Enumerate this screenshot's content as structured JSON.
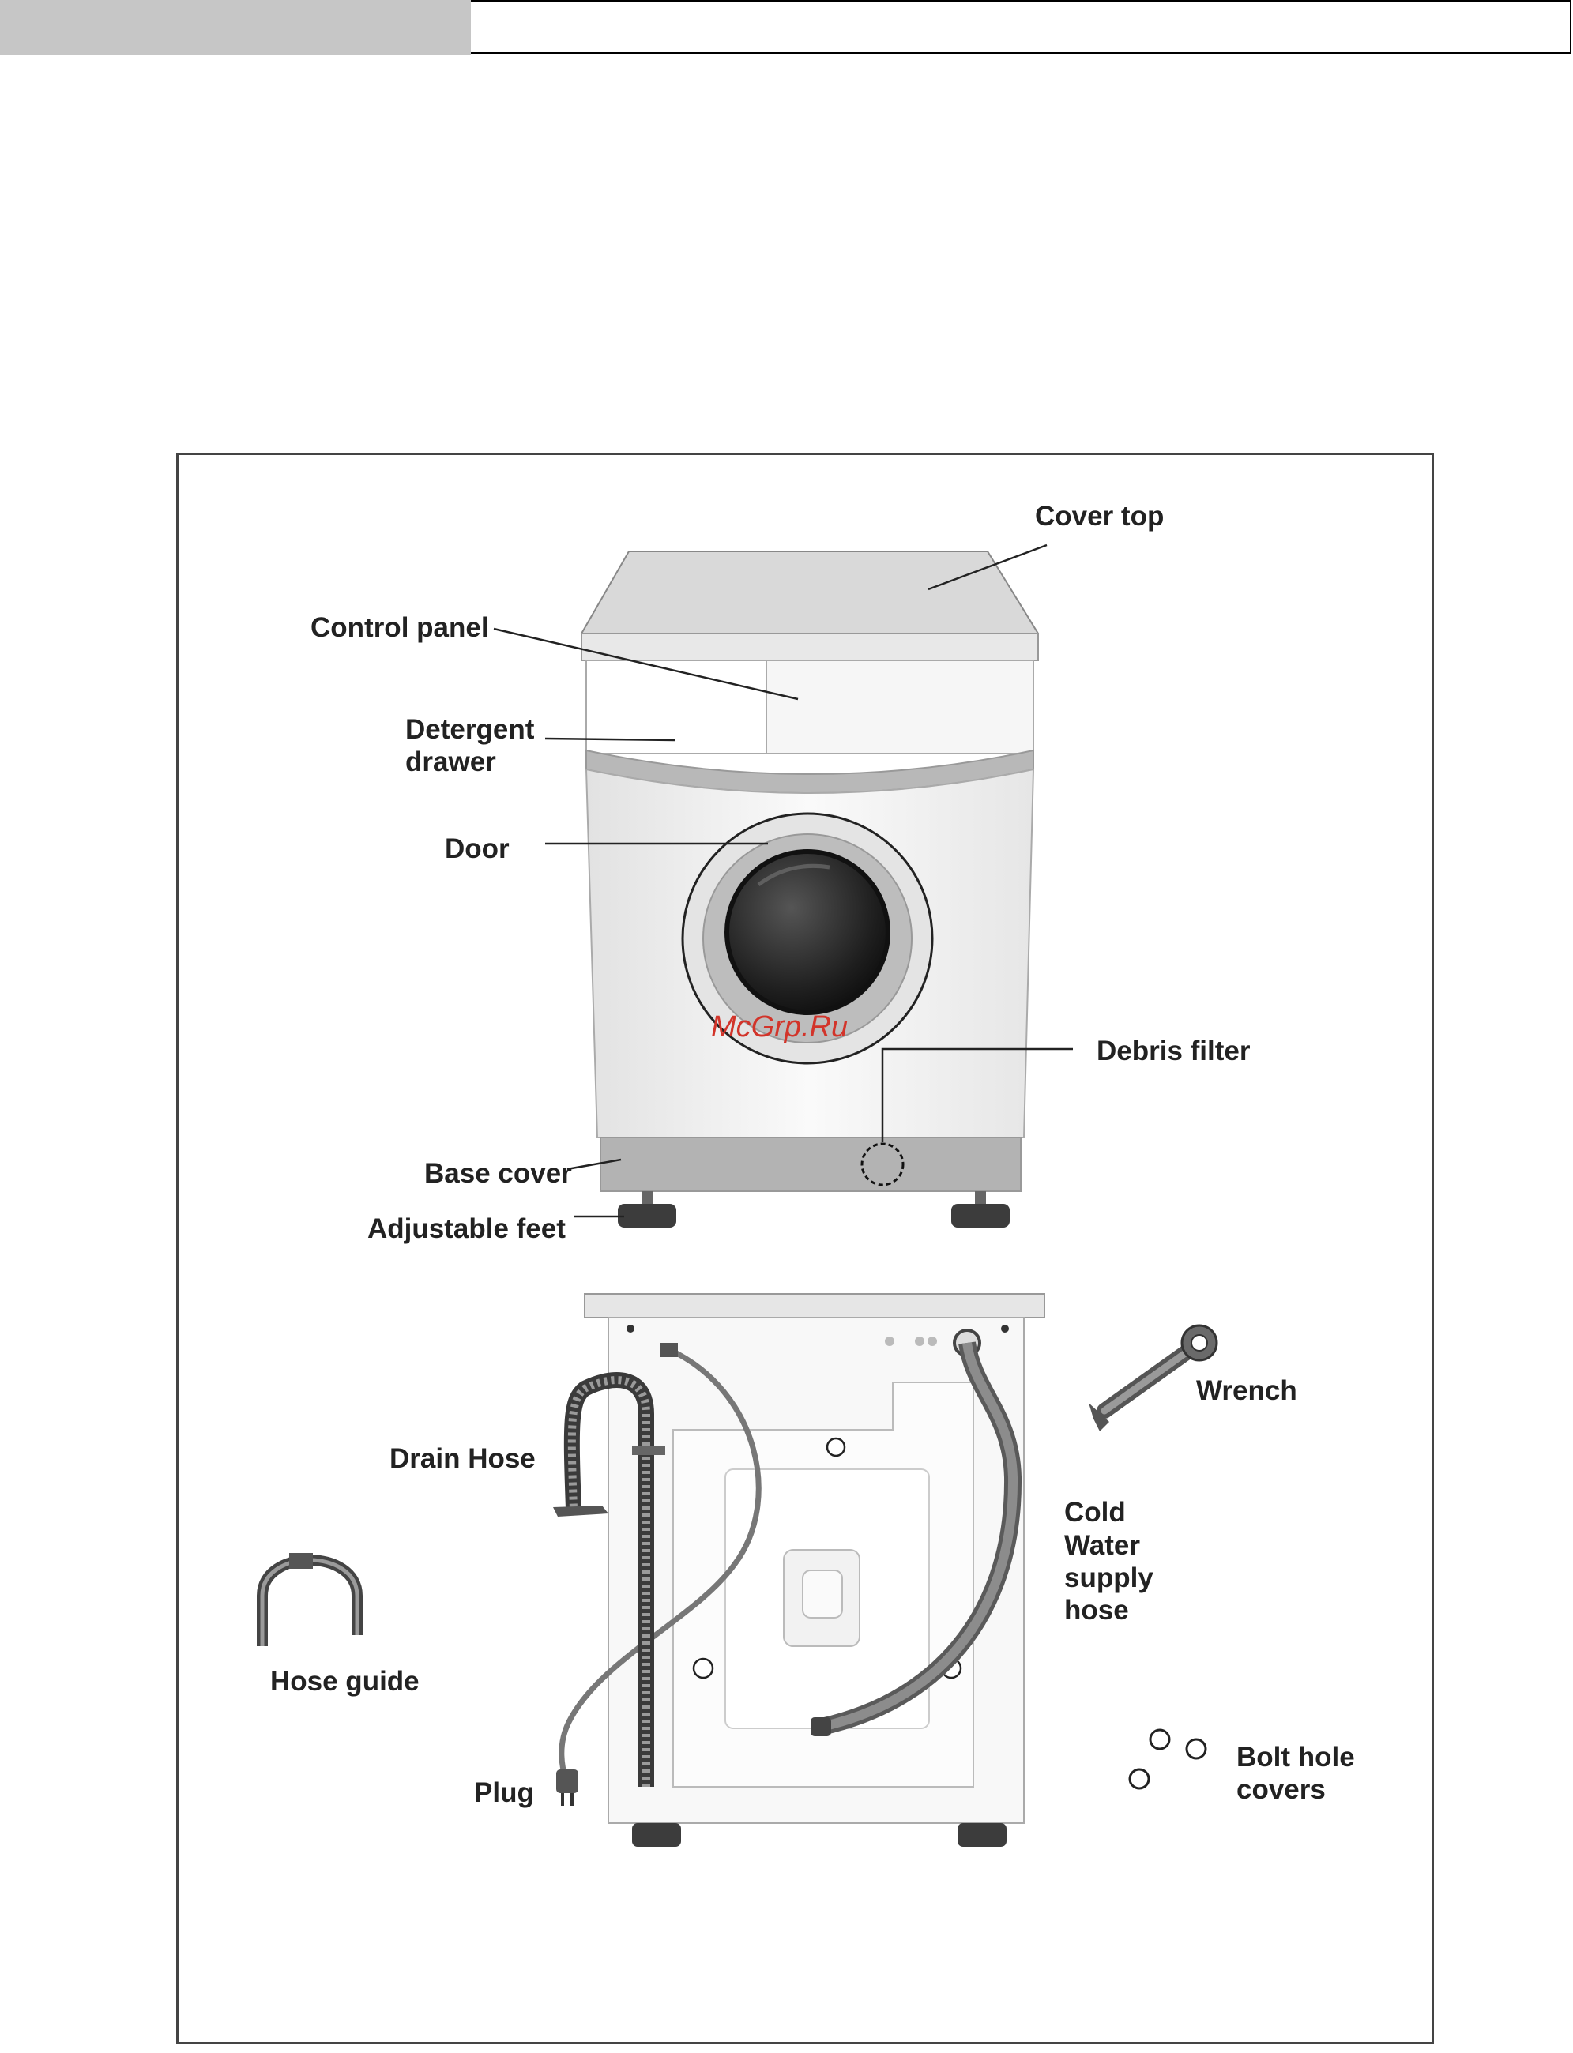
{
  "page": {
    "header": {},
    "figure": {
      "labels": {
        "cover_top": "Cover top",
        "control_panel": "Control panel",
        "detergent_line1": "Detergent",
        "detergent_line2": "drawer",
        "door": "Door",
        "debris_filter": "Debris filter",
        "base_cover": "Base cover",
        "adjustable_feet": "Adjustable feet",
        "wrench": "Wrench",
        "drain_hose": "Drain Hose",
        "cold_line1": "Cold",
        "cold_line2": "Water",
        "cold_line3": "supply",
        "cold_line4": "hose",
        "hose_guide": "Hose guide",
        "plug": "Plug",
        "bolt_line1": "Bolt hole",
        "bolt_line2": "covers"
      },
      "watermark": "McGrp.Ru"
    }
  },
  "colors": {
    "header_tab": "#c6c6c6",
    "frame_border": "#444444",
    "machine_body": "#f4f4f4",
    "cover_top": "#d9d9d9",
    "base_cover": "#b3b3b3",
    "hose_gray": "#7a7a7a",
    "watermark": "#d2342a"
  }
}
